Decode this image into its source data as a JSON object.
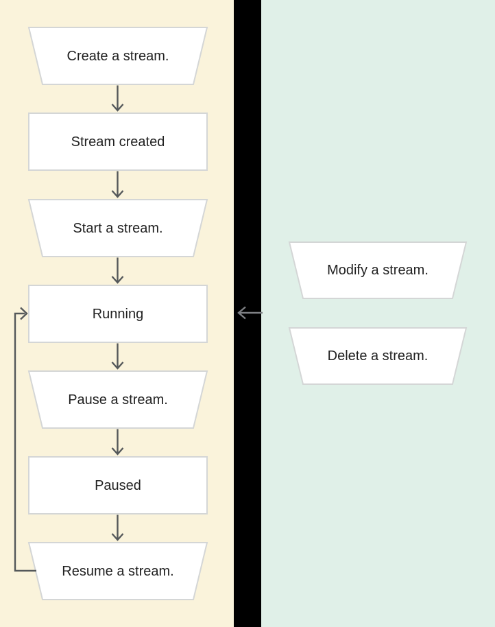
{
  "colors": {
    "left_panel_bg": "#FAF3DB",
    "right_panel_bg": "#E0F0E8",
    "gap_bg": "#000000",
    "node_fill": "#FFFFFF",
    "node_border": "#D4D6D6",
    "arrow": "#54585A",
    "gap_arrow": "#7E8084",
    "text": "#212121"
  },
  "diagram": {
    "left_panel": {
      "nodes": [
        {
          "label": "Create a stream.",
          "shape": "trapezoid"
        },
        {
          "label": "Stream created",
          "shape": "rect"
        },
        {
          "label": "Start a stream.",
          "shape": "trapezoid"
        },
        {
          "label": "Running",
          "shape": "rect"
        },
        {
          "label": "Pause a stream.",
          "shape": "trapezoid"
        },
        {
          "label": "Paused",
          "shape": "rect"
        },
        {
          "label": "Resume a stream.",
          "shape": "trapezoid"
        }
      ],
      "edges": [
        "Create a stream. -> Stream created",
        "Stream created -> Start a stream.",
        "Start a stream. -> Running",
        "Running -> Pause a stream.",
        "Pause a stream. -> Paused",
        "Paused -> Resume a stream.",
        "Resume a stream. -> Running (loop back)"
      ]
    },
    "right_panel": {
      "nodes": [
        {
          "label": "Modify a stream.",
          "shape": "trapezoid"
        },
        {
          "label": "Delete a stream.",
          "shape": "trapezoid"
        }
      ],
      "edges": [
        "operations panel -> Running (arrow pointing left across gap)"
      ]
    }
  }
}
